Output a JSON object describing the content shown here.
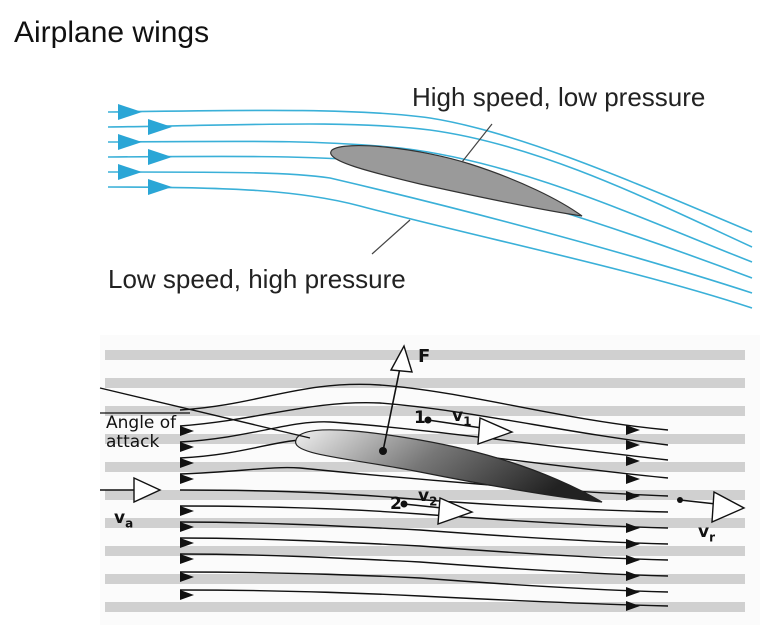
{
  "title": "Airplane wings",
  "top_diagram": {
    "label_upper": "High speed, low pressure",
    "label_lower": "Low speed, high pressure",
    "streamline_color": "#3ab0d8",
    "airfoil_color": "#9a9a9a"
  },
  "bottom_diagram": {
    "force_label": "F",
    "angle_label_line1": "Angle of",
    "angle_label_line2": "attack",
    "point1": "1",
    "point2": "2",
    "v1": "v",
    "v1_sub": "1",
    "v2": "v",
    "v2_sub": "2",
    "va": "v",
    "va_sub": "a",
    "vr": "v",
    "vr_sub": "r"
  }
}
